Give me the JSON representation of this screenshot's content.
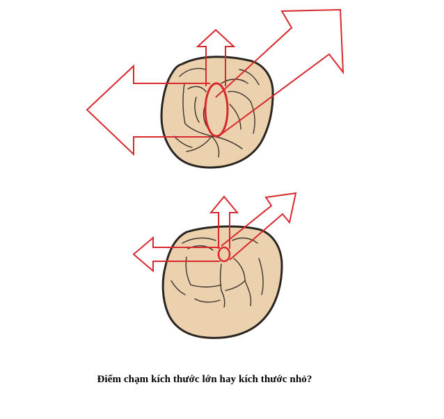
{
  "caption": "Điểm chạm kích thước lớn hay kích thước nhỏ?",
  "colors": {
    "tooth_fill": "#ebd1ad",
    "tooth_stroke": "#2a2520",
    "groove": "#3a332c",
    "arrow": "#d9272e",
    "background": "#ffffff"
  },
  "figures": [
    {
      "name": "large-contact-tooth",
      "contact_size": "large"
    },
    {
      "name": "small-contact-tooth",
      "contact_size": "small"
    }
  ]
}
